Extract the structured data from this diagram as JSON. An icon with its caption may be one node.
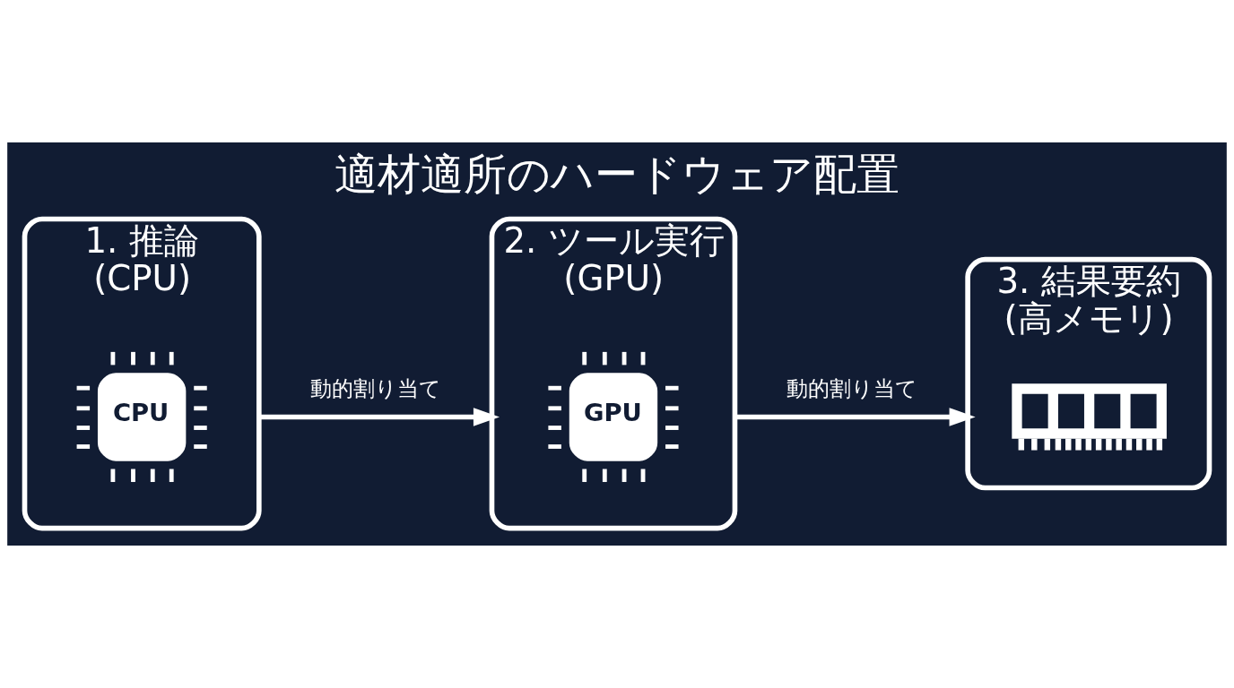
{
  "diagram": {
    "title": "適材適所のハードウェア配置",
    "nodes": [
      {
        "text": [
          "1. 推論 (CPU)"
        ]
      },
      {
        "text": [
          "CPU"
        ],
        "in": 0
      },
      {
        "text": [
          "2. ツール実行 (GPU)"
        ]
      },
      {
        "text": [
          "GPU"
        ],
        "in": 2
      },
      {
        "text": [
          "3. 結果要約 (高メモリ)"
        ]
      },
      {
        "text": [],
        "shape": "picture",
        "in": 4
      }
    ],
    "edges": [
      {
        "from": 0,
        "to": 2,
        "arrow": "to",
        "label": "動的割り当て"
      },
      {
        "from": 2,
        "to": 4,
        "arrow": "to",
        "label": "動的割り当て"
      }
    ]
  }
}
